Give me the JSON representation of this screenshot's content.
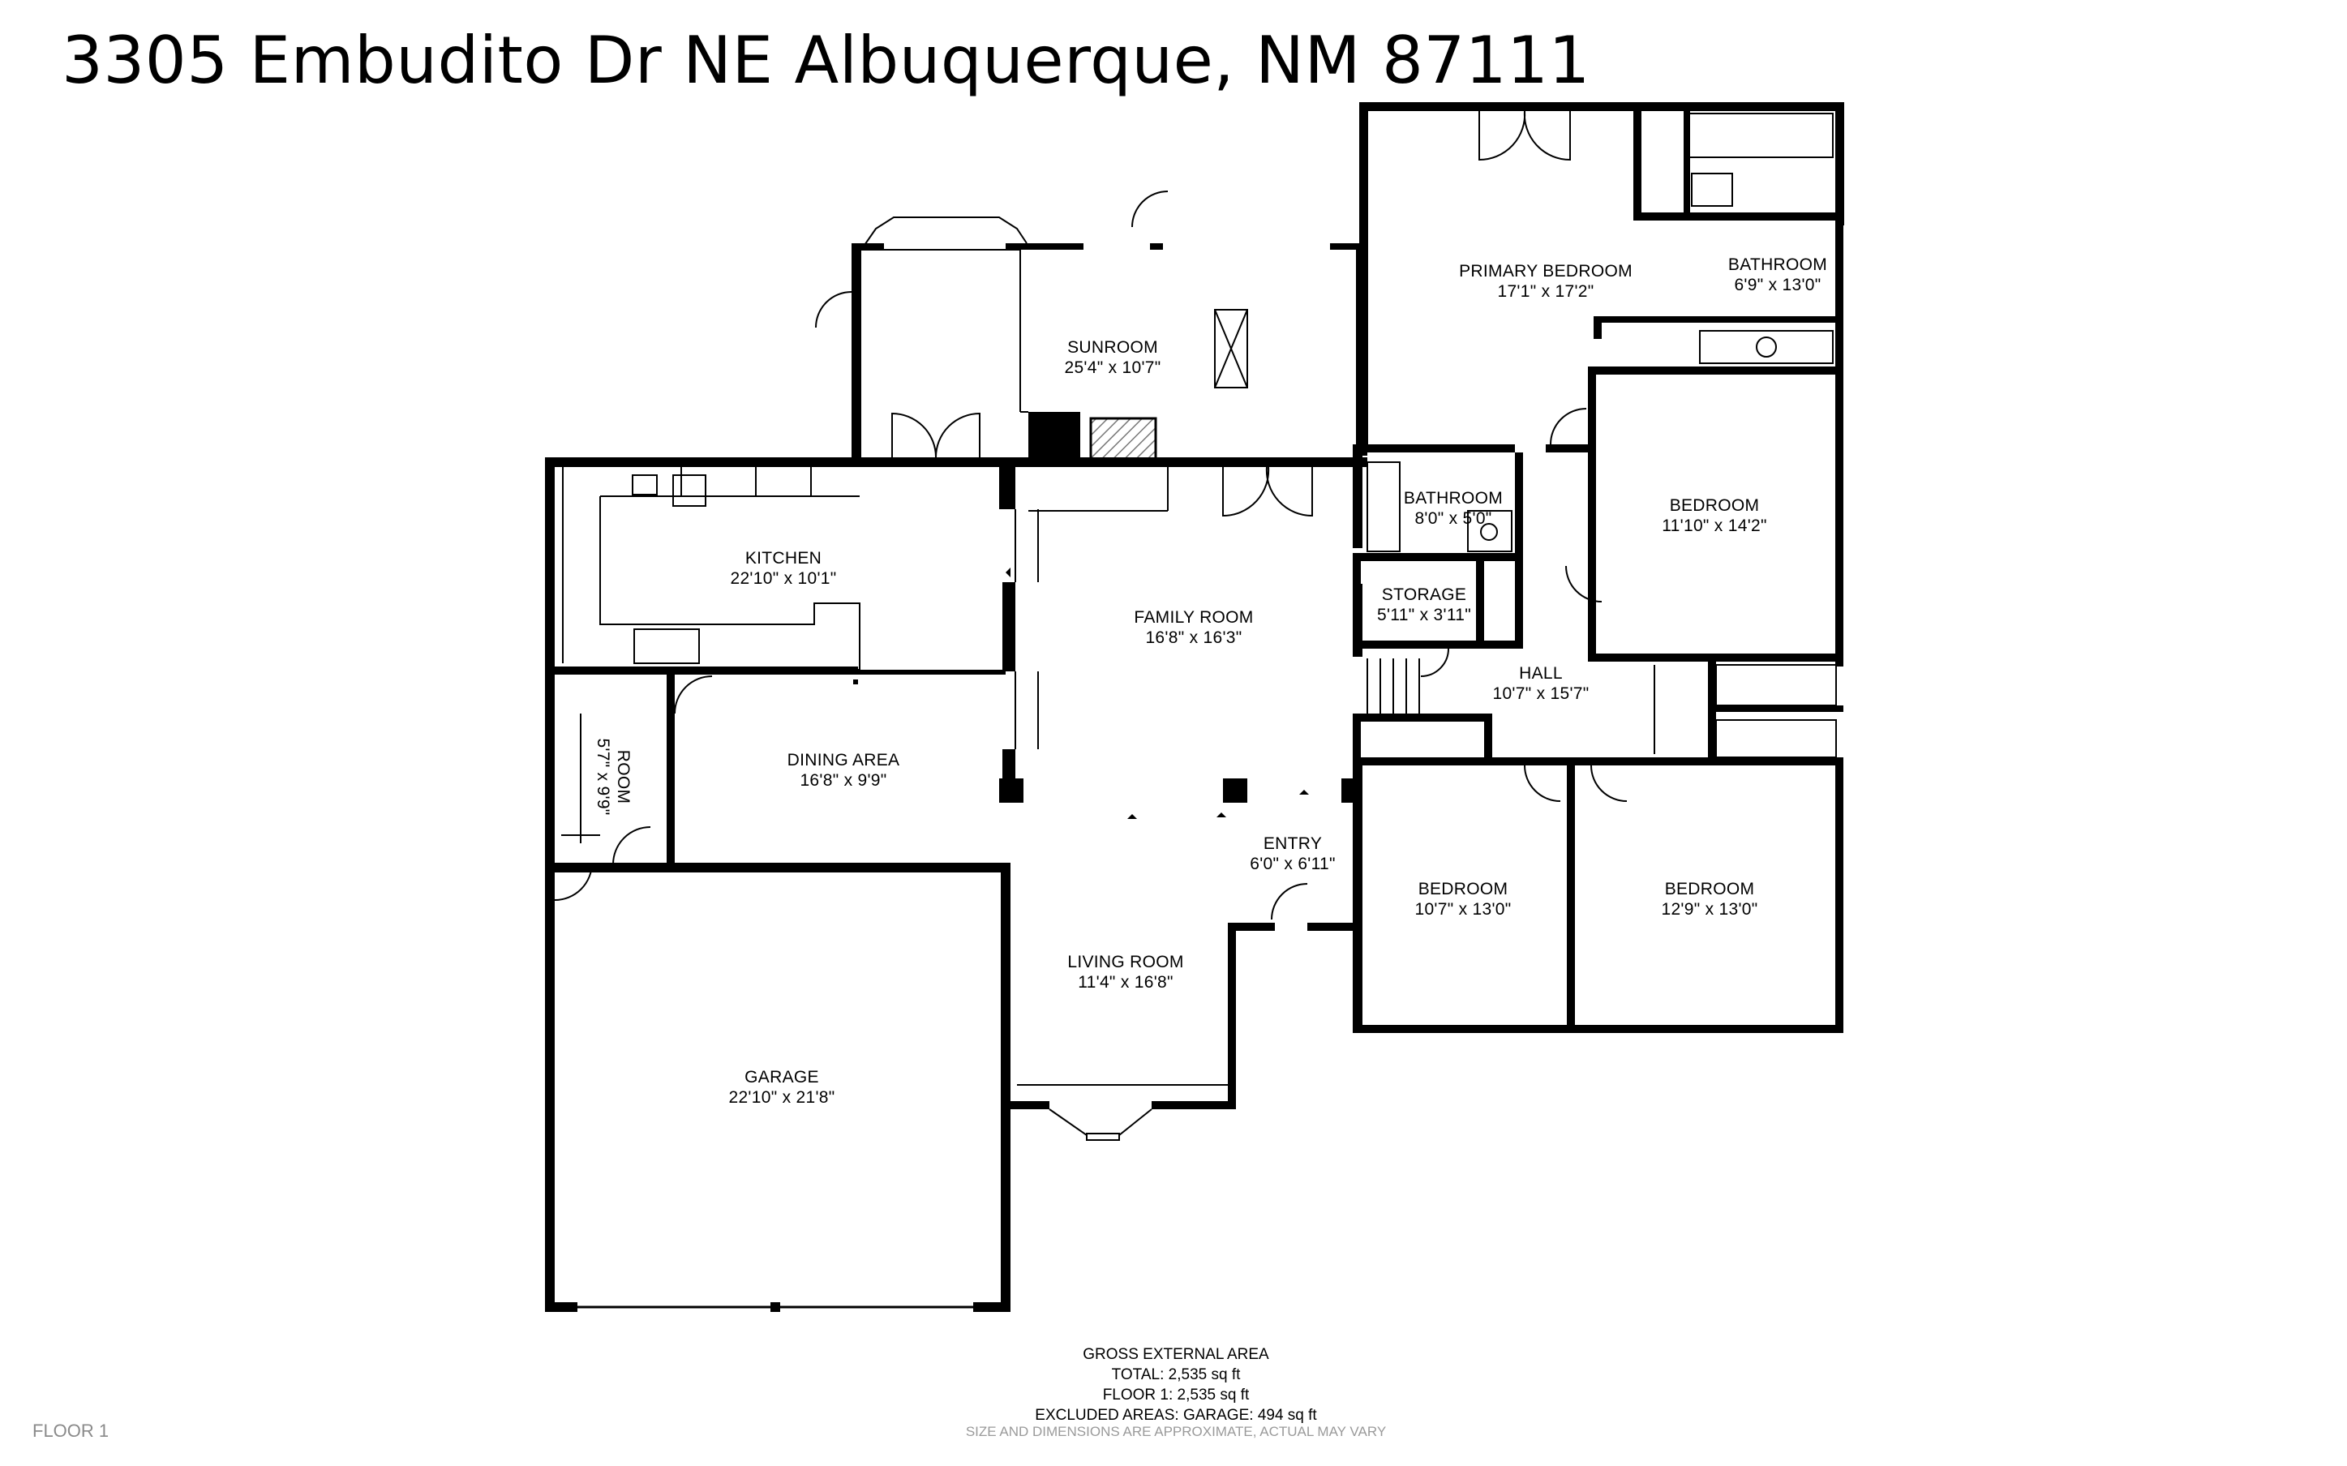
{
  "title": "3305 Embudito Dr NE Albuquerque, NM 87111",
  "rooms": {
    "primary_bedroom": {
      "name": "PRIMARY BEDROOM",
      "dims": "17'1\" x 17'2\""
    },
    "primary_bathroom": {
      "name": "BATHROOM",
      "dims": "6'9\" x 13'0\""
    },
    "sunroom": {
      "name": "SUNROOM",
      "dims": "25'4\" x 10'7\""
    },
    "bathroom": {
      "name": "BATHROOM",
      "dims": "8'0\" x 5'0\""
    },
    "bedroom_ne": {
      "name": "BEDROOM",
      "dims": "11'10\" x 14'2\""
    },
    "kitchen": {
      "name": "KITCHEN",
      "dims": "22'10\" x 10'1\""
    },
    "family_room": {
      "name": "FAMILY ROOM",
      "dims": "16'8\" x 16'3\""
    },
    "storage": {
      "name": "STORAGE",
      "dims": "5'11\" x 3'11\""
    },
    "hall": {
      "name": "HALL",
      "dims": "10'7\" x 15'7\""
    },
    "room": {
      "name": "ROOM",
      "dims": "5'7\" x 9'9\""
    },
    "dining_area": {
      "name": "DINING AREA",
      "dims": "16'8\" x 9'9\""
    },
    "entry": {
      "name": "ENTRY",
      "dims": "6'0\" x 6'11\""
    },
    "bedroom_sw": {
      "name": "BEDROOM",
      "dims": "10'7\" x 13'0\""
    },
    "bedroom_se": {
      "name": "BEDROOM",
      "dims": "12'9\" x 13'0\""
    },
    "living_room": {
      "name": "LIVING ROOM",
      "dims": "11'4\" x 16'8\""
    },
    "garage": {
      "name": "GARAGE",
      "dims": "22'10\" x 21'8\""
    }
  },
  "area_summary": {
    "heading": "GROSS EXTERNAL AREA",
    "total": "TOTAL: 2,535 sq ft",
    "floor1": "FLOOR 1: 2,535 sq ft",
    "excluded": "EXCLUDED AREAS: GARAGE: 494 sq ft"
  },
  "floor_label": "FLOOR 1",
  "disclaimer": "SIZE AND DIMENSIONS ARE APPROXIMATE, ACTUAL MAY VARY",
  "colors": {
    "wall": "#000000",
    "background": "#ffffff",
    "hatch": "#777777"
  }
}
